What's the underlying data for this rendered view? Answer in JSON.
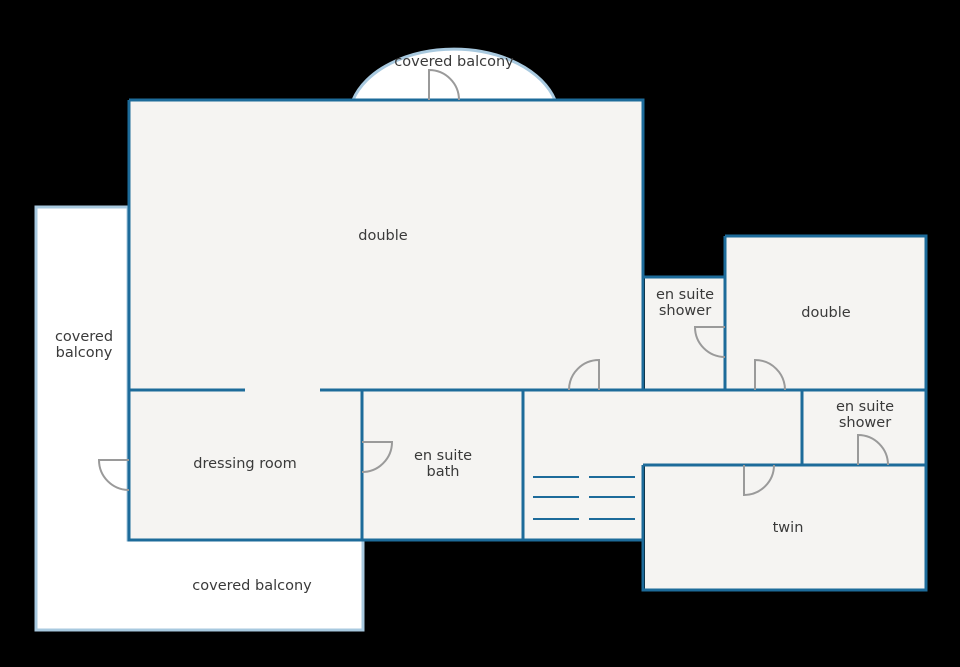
{
  "colors": {
    "background": "#000000",
    "room_fill": "#f5f4f2",
    "balcony_fill": "#ffffff",
    "wall": "#1d6b9a",
    "balcony_outline": "#a8c9df",
    "door": "#9a9a9a",
    "stairs": "#1d6b9a",
    "text": "#3a3a3a"
  },
  "rooms": {
    "top_balcony": "covered balcony",
    "double_main": "double",
    "left_balcony": [
      "covered",
      "balcony"
    ],
    "dressing_room": "dressing room",
    "en_suite_bath": [
      "en suite",
      "bath"
    ],
    "en_suite_shower_upper": [
      "en suite",
      "shower"
    ],
    "double_right": "double",
    "en_suite_shower_lower": [
      "en suite",
      "shower"
    ],
    "twin": "twin",
    "bottom_balcony": "covered balcony"
  }
}
